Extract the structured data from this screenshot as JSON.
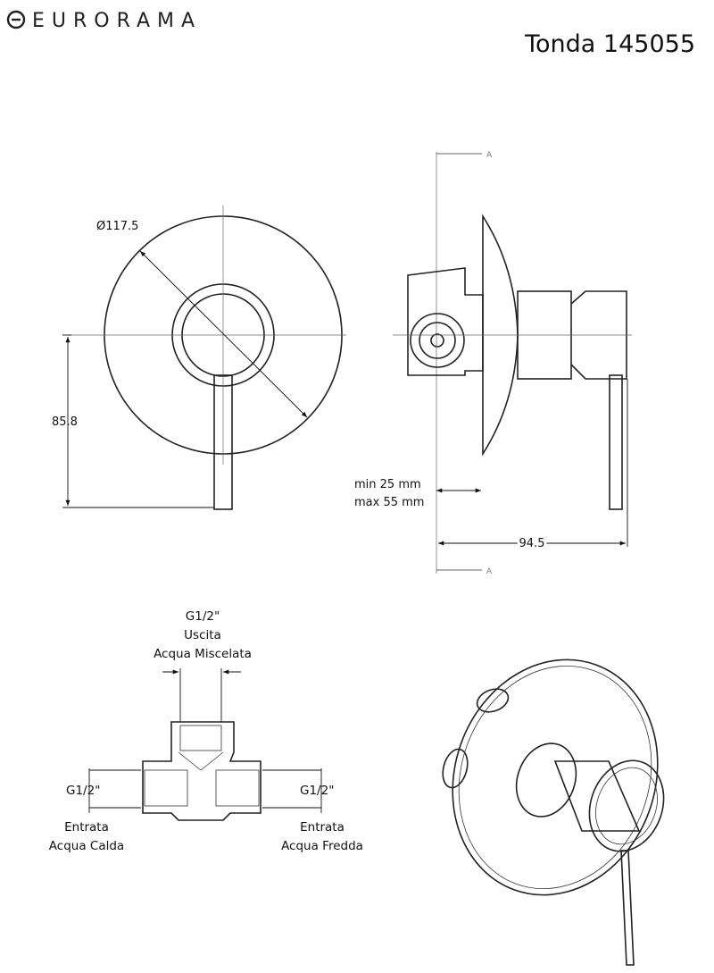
{
  "header": {
    "brand": "EURORAMA",
    "logo_icon": "eurorama-e-logo-icon",
    "product_title": "Tonda 145055"
  },
  "front_view": {
    "diameter_label": "Ø117.5",
    "height_label": "85.8"
  },
  "side_view": {
    "section_top": "A",
    "section_bottom": "A",
    "wall_min": "min 25 mm",
    "wall_max": "max 55 mm",
    "depth_label": "94.5"
  },
  "connections": {
    "outlet_thread": "G1/2\"",
    "outlet_line1": "Uscita",
    "outlet_line2": "Acqua Miscelata",
    "hot_thread": "G1/2\"",
    "hot_line1": "Entrata",
    "hot_line2": "Acqua Calda",
    "cold_thread": "G1/2\"",
    "cold_line1": "Entrata",
    "cold_line2": "Acqua Fredda"
  }
}
